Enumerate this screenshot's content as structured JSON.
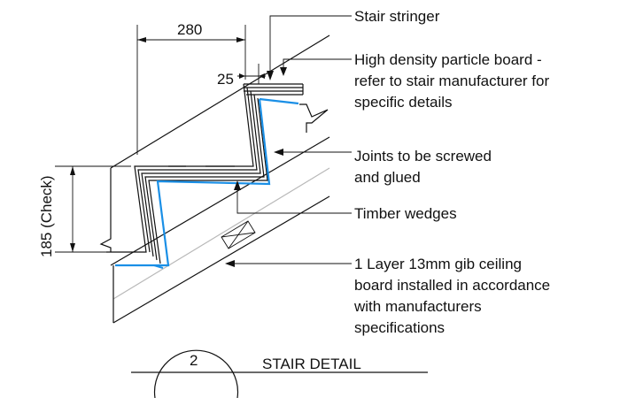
{
  "dimensions": {
    "tread": "280",
    "nosing": "25",
    "riser": "185 (Check)"
  },
  "notes": {
    "stringer": "Stair stringer",
    "board_line1": "High density particle board -",
    "board_line2": "refer to stair manufacturer for",
    "board_line3": "specific details",
    "joints_line1": "Joints to be screwed",
    "joints_line2": "and glued",
    "wedges": "Timber wedges",
    "gib_line1": "1 Layer 13mm gib ceiling",
    "gib_line2": "board installed in accordance",
    "gib_line3": "with manufacturers",
    "gib_line4": "specifications"
  },
  "detail": {
    "number": "2",
    "title": "STAIR DETAIL"
  },
  "colors": {
    "line": "#111111",
    "ceiling_board": "#1a8fe6",
    "soffit": "#b8b8b8"
  }
}
